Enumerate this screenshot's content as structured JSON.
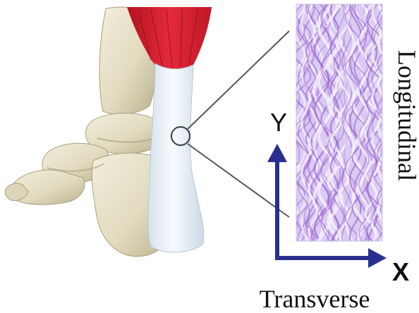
{
  "labels": {
    "y_axis": "Y",
    "x_axis": "X",
    "orientation_vertical": "Longitudinal",
    "orientation_horizontal": "Transverse"
  },
  "colors": {
    "axis_arrow": "#2a2f8f",
    "muscle": "#d91e2e",
    "tendon": "#eaf1f7",
    "bone": "#e6e0c8",
    "bone_shadow": "#b7ae8c",
    "tissue_base": "#d7c8f2",
    "tissue_fiber": "#9a63cf",
    "tissue_light": "#f4eefc",
    "leader_line": "#555555"
  }
}
